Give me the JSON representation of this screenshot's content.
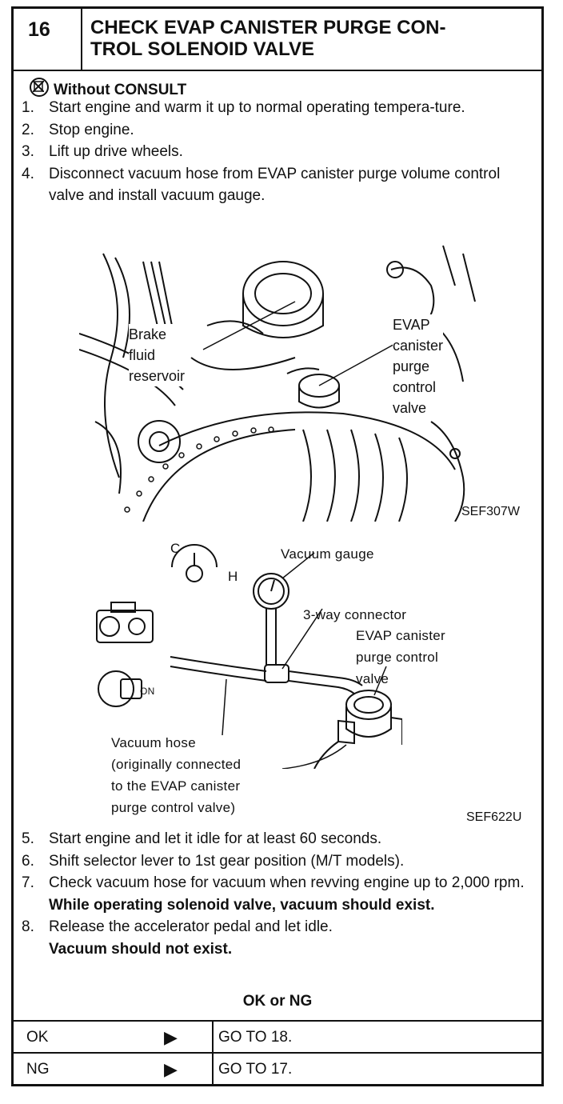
{
  "header": {
    "step_number": "16",
    "title_line1": "CHECK EVAP CANISTER PURGE CON-",
    "title_line2": "TROL SOLENOID VALVE"
  },
  "subheading": "Without CONSULT",
  "steps_top": [
    {
      "num": "1.",
      "text": "Start engine and warm it up to normal operating tempera-ture."
    },
    {
      "num": "2.",
      "text": "Stop engine."
    },
    {
      "num": "3.",
      "text": "Lift up drive wheels."
    },
    {
      "num": "4.",
      "text": "Disconnect vacuum hose from EVAP canister purge volume control valve and install vacuum gauge."
    }
  ],
  "figure1": {
    "label_brake": [
      "Brake",
      "fluid",
      "reservoir"
    ],
    "label_evap": [
      "EVAP",
      "canister",
      "purge",
      "control",
      "valve"
    ],
    "code": "SEF307W"
  },
  "figure2": {
    "label_gauge": "Vacuum  gauge",
    "label_connector": "3-way  connector",
    "label_evap": [
      "EVAP  canister",
      "purge  control",
      "valve"
    ],
    "label_hose": [
      "Vacuum  hose",
      "(originally  connected",
      "to  the  EVAP  canister",
      "purge  control  valve)"
    ],
    "temp_c": "C",
    "temp_h": "H",
    "key_on": "ON",
    "code": "SEF622U"
  },
  "steps_bottom": [
    {
      "num": "5.",
      "text": "Start engine and let it idle for at least 60 seconds."
    },
    {
      "num": "6.",
      "text": "Shift selector lever to 1st gear position (M/T models)."
    },
    {
      "num": "7.",
      "text": "Check vacuum hose for vacuum when revving engine up to 2,000 rpm.",
      "bold": "While operating solenoid valve, vacuum should exist."
    },
    {
      "num": "8.",
      "text": "Release the accelerator pedal and let idle.",
      "bold": "Vacuum should not exist."
    }
  ],
  "decision": {
    "heading": "OK or NG",
    "rows": [
      {
        "result": "OK",
        "action": "GO TO 18."
      },
      {
        "result": "NG",
        "action": "GO TO 17."
      }
    ]
  }
}
